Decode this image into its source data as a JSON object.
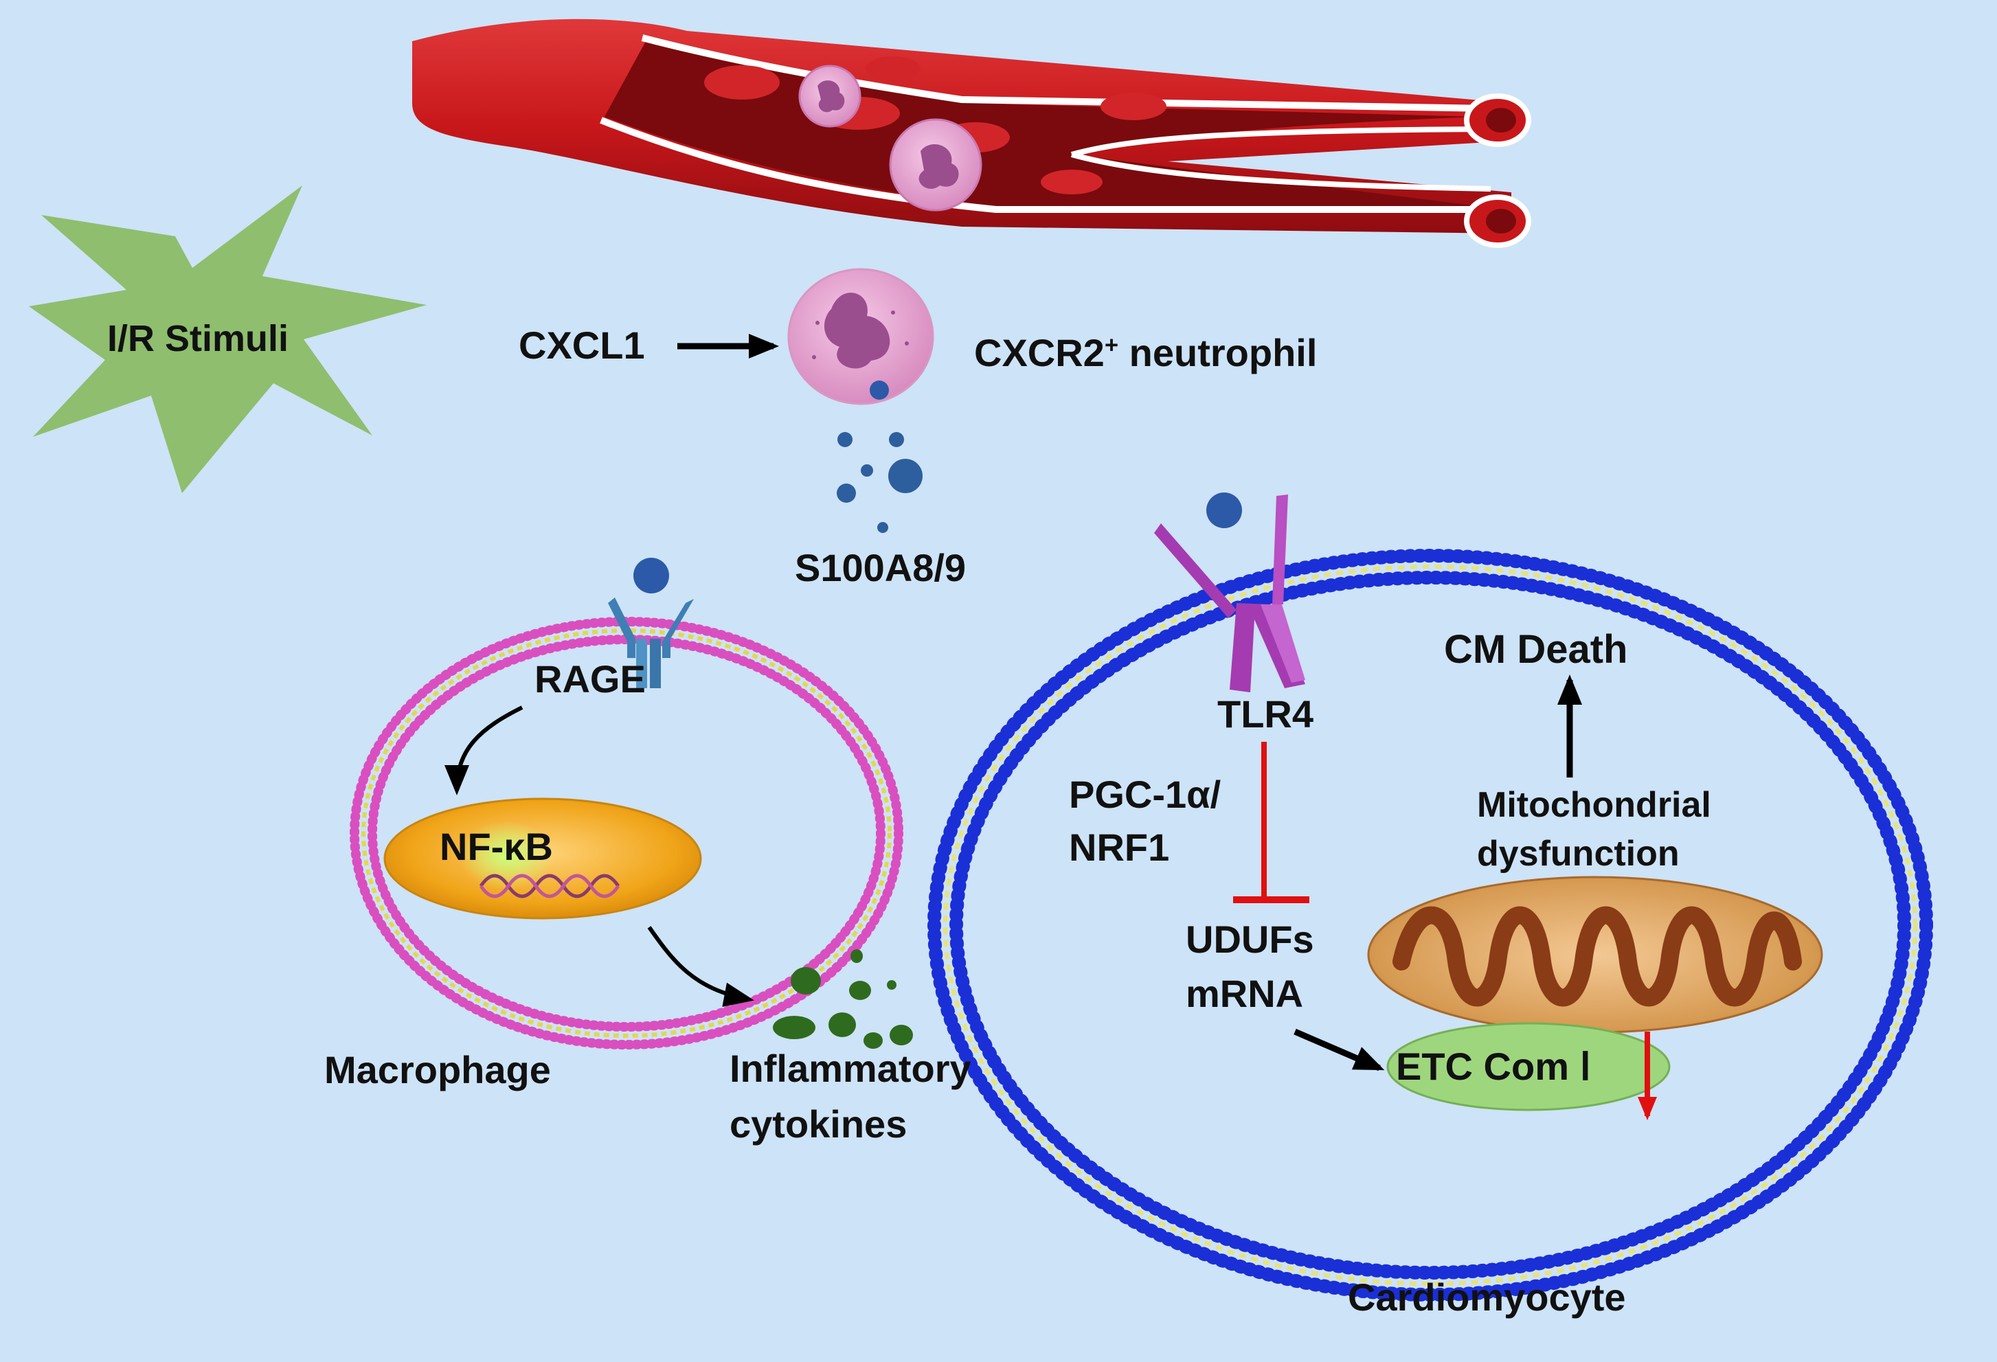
{
  "diagram": {
    "stimulus": "I/R  Stimuli",
    "chemokine": "CXCL1",
    "neutrophil": {
      "prefix": "CXCR2",
      "superscript": "+",
      "suffix": " neutrophil"
    },
    "alarmin": "S100A8/9",
    "macrophage": {
      "receptor": "RAGE",
      "transcription_factor": "NF-κB",
      "cell_label": "Macrophage",
      "output_line1": "Inflammatory",
      "output_line2": "cytokines"
    },
    "cardiomyocyte": {
      "receptor": "TLR4",
      "pathway_line1": "PGC-1α/",
      "pathway_line2": "NRF1",
      "target_line1": "UDUFs",
      "target_line2": "mRNA",
      "complex": "ETC Com Ⅰ",
      "mito_line1": "Mitochondrial",
      "mito_line2": "dysfunction",
      "outcome": "CM Death",
      "cell_label": "Cardiomyocyte"
    }
  },
  "colors": {
    "background": "#cde3f7",
    "vessel": "#c8171b",
    "neutrophil": "#e7a3cf",
    "starburst": "#8fbe6f",
    "macrophage_membrane": "#d94fc0",
    "cardiomyocyte_membrane": "#1a2fd6",
    "nucleus": "#f0a418",
    "inhibition": "#e01010",
    "cytokine": "#2f6b1e",
    "etc_complex": "#9ed67e"
  }
}
